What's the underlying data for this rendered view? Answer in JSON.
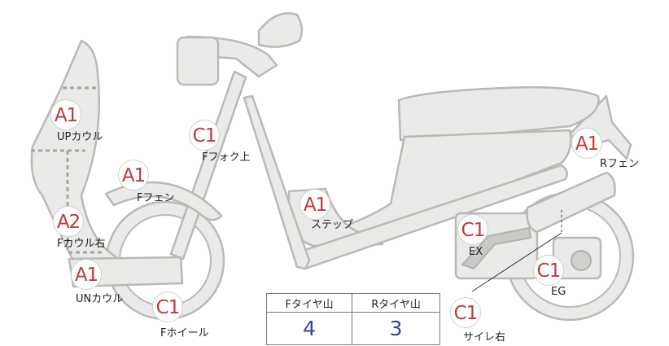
{
  "parts": [
    {
      "id": "up-cowl",
      "grade": "A1",
      "label": "UPカウル"
    },
    {
      "id": "f-fork-up",
      "grade": "C1",
      "label": "Fフォク上"
    },
    {
      "id": "f-fender",
      "grade": "A1",
      "label": "Fフェン"
    },
    {
      "id": "f-cowl-r",
      "grade": "A2",
      "label": "Fカウル右"
    },
    {
      "id": "step",
      "grade": "A1",
      "label": "ステップ"
    },
    {
      "id": "un-cowl",
      "grade": "A1",
      "label": "UNカウル"
    },
    {
      "id": "f-wheel",
      "grade": "C1",
      "label": "Fホイール"
    },
    {
      "id": "r-fender",
      "grade": "A1",
      "label": "Rフェン"
    },
    {
      "id": "ex",
      "grade": "C1",
      "label": "EX"
    },
    {
      "id": "eg",
      "grade": "C1",
      "label": "EG"
    },
    {
      "id": "muffler-r",
      "grade": "C1",
      "label": "サイレ右"
    }
  ],
  "tire_table": {
    "headers": [
      "Fタイヤ山",
      "Rタイヤ山"
    ],
    "values": [
      "4",
      "3"
    ]
  }
}
